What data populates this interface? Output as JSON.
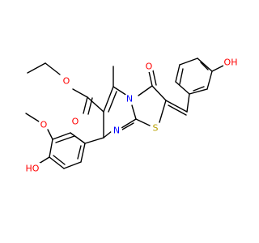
{
  "molecule": {
    "atom_colors": {
      "O": "#ff0000",
      "N": "#0000ff",
      "S": "#b8a000",
      "C": "#000000"
    },
    "labels": {
      "ester_o_carbonyl": "O",
      "ester_o_ether": "O",
      "ring_n_bridge": "N",
      "ring_n_imine": "N",
      "ring_s": "S",
      "keto_o": "O",
      "phenol_oh_right": "OH",
      "methoxy_o": "O",
      "phenol_oh_lower": "HO"
    }
  }
}
